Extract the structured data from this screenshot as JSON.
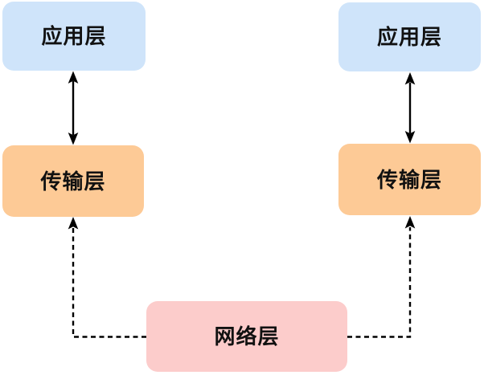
{
  "diagram": {
    "nodes": [
      {
        "id": "application-left",
        "label": "应用层",
        "fill": "#cfe4fa"
      },
      {
        "id": "transport-left",
        "label": "传输层",
        "fill": "#fdca96"
      },
      {
        "id": "application-right",
        "label": "应用层",
        "fill": "#cfe4fa"
      },
      {
        "id": "transport-right",
        "label": "传输层",
        "fill": "#fdca96"
      },
      {
        "id": "network",
        "label": "网络层",
        "fill": "#fccccb"
      }
    ],
    "edges": [
      {
        "from": "application-left",
        "to": "transport-left",
        "line": "solid",
        "arrows": "both"
      },
      {
        "from": "application-right",
        "to": "transport-right",
        "line": "solid",
        "arrows": "both"
      },
      {
        "from": "network",
        "to": "transport-left",
        "line": "dashed",
        "arrows": "end"
      },
      {
        "from": "network",
        "to": "transport-right",
        "line": "dashed",
        "arrows": "end"
      }
    ],
    "colors": {
      "background": "#ffffff",
      "arrow": "#000000",
      "text": "#111111",
      "application_fill": "#cfe4fa",
      "transport_fill": "#fdca96",
      "network_fill": "#fccccb"
    }
  }
}
